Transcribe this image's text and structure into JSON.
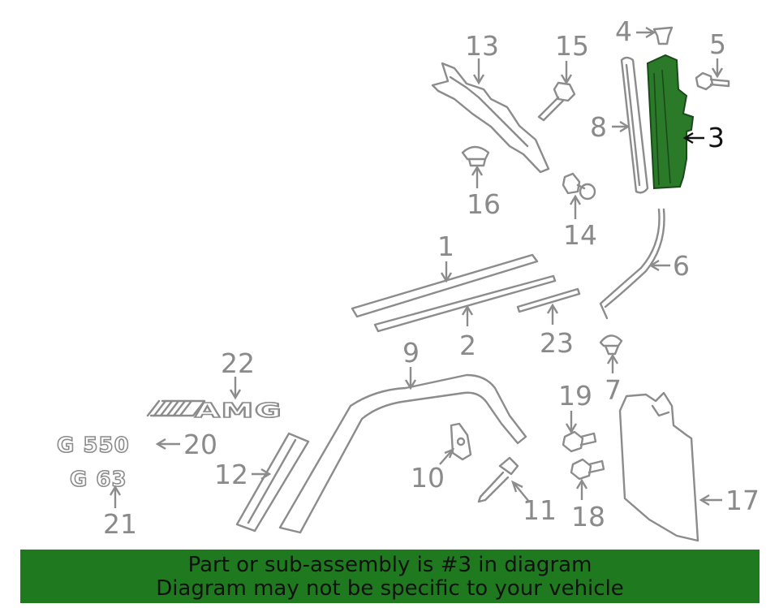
{
  "diagram": {
    "highlight_color": "#2a7a2a",
    "callouts": [
      "1",
      "2",
      "3",
      "4",
      "5",
      "6",
      "7",
      "8",
      "9",
      "10",
      "11",
      "12",
      "13",
      "14",
      "15",
      "16",
      "17",
      "18",
      "19",
      "20",
      "21",
      "22",
      "23"
    ],
    "badges": {
      "amg": "AMG",
      "g550": "G 550",
      "g63": "G 63"
    }
  },
  "banner": {
    "background": "#1f7a1f",
    "line1": "Part or sub-assembly is #3 in diagram",
    "line2": "Diagram may not be specific to your vehicle"
  }
}
